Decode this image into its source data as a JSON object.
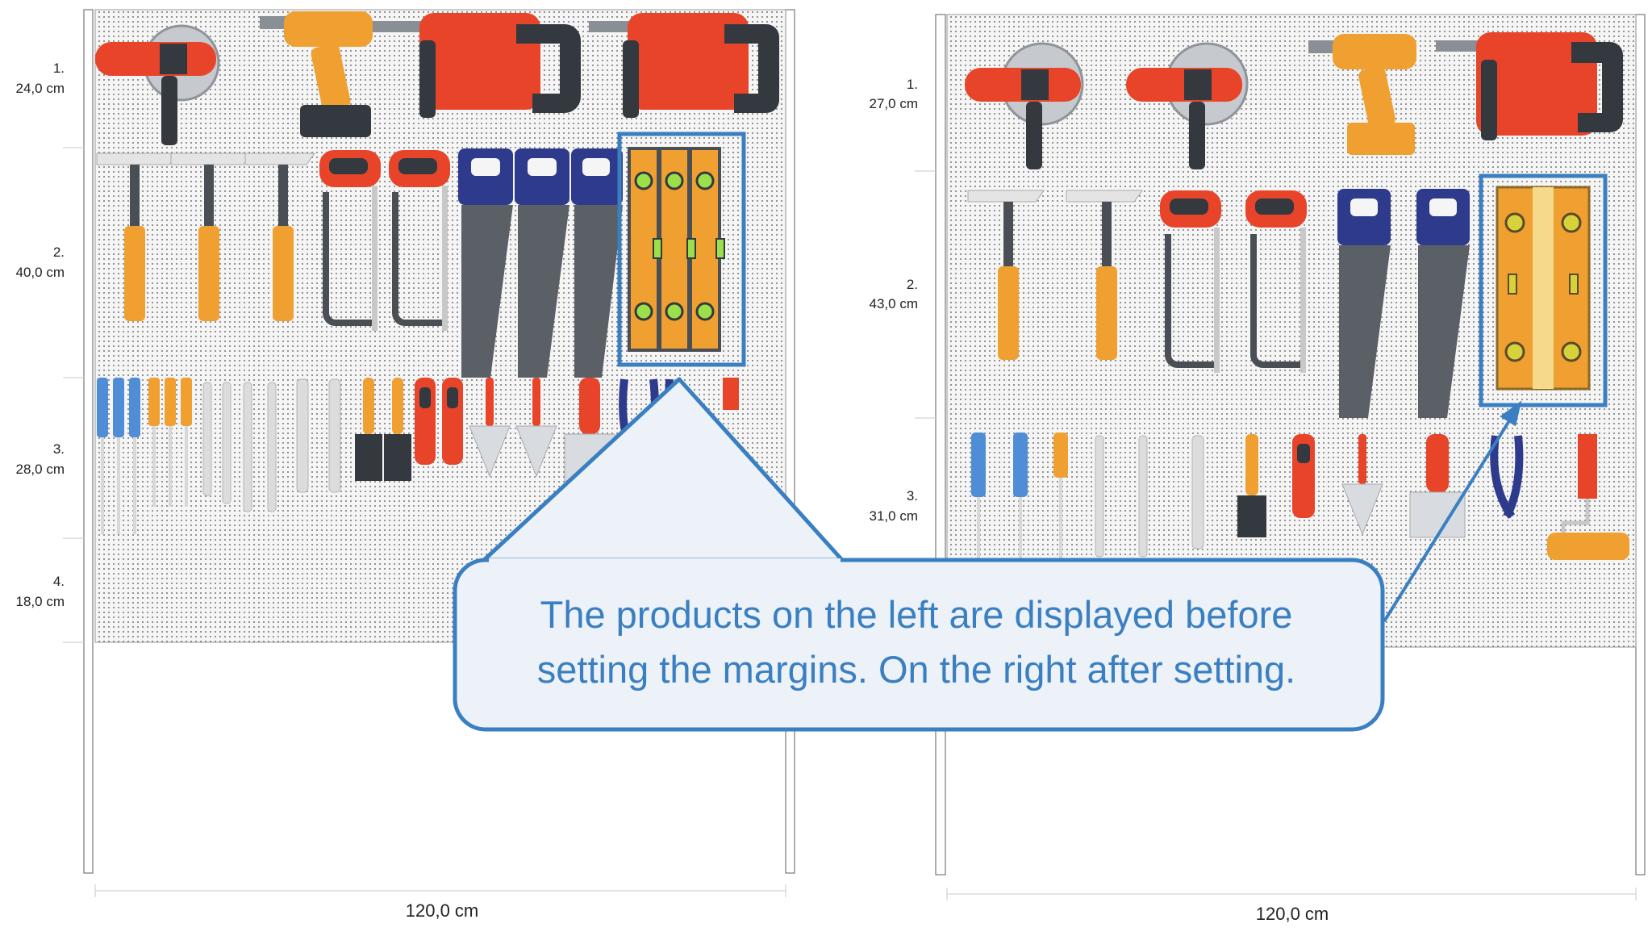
{
  "left_board": {
    "shelves": [
      {
        "number": "1.",
        "height": "24,0 cm"
      },
      {
        "number": "2.",
        "height": "40,0 cm"
      },
      {
        "number": "3.",
        "height": "28,0 cm"
      },
      {
        "number": "4.",
        "height": "18,0 cm"
      }
    ],
    "width_label": "120,0 cm"
  },
  "right_board": {
    "shelves": [
      {
        "number": "1.",
        "height": "27,0 cm"
      },
      {
        "number": "2.",
        "height": "43,0 cm"
      },
      {
        "number": "3.",
        "height": "31,0 cm"
      }
    ],
    "width_label": "120,0 cm"
  },
  "callout": {
    "line1": "The products on the left are displayed before",
    "line2": "setting the margins. On the right after setting."
  },
  "colors": {
    "accent": "#3a7fc1",
    "callout_fill": "#edf2f9",
    "tool_red": "#e8442a",
    "tool_orange": "#f0a030",
    "tool_navy": "#2e3a8c",
    "tool_dark": "#34383f",
    "tool_grey": "#5b5f66",
    "tool_blue": "#4f8ed6",
    "peg_dot": "#6b6b6b"
  }
}
